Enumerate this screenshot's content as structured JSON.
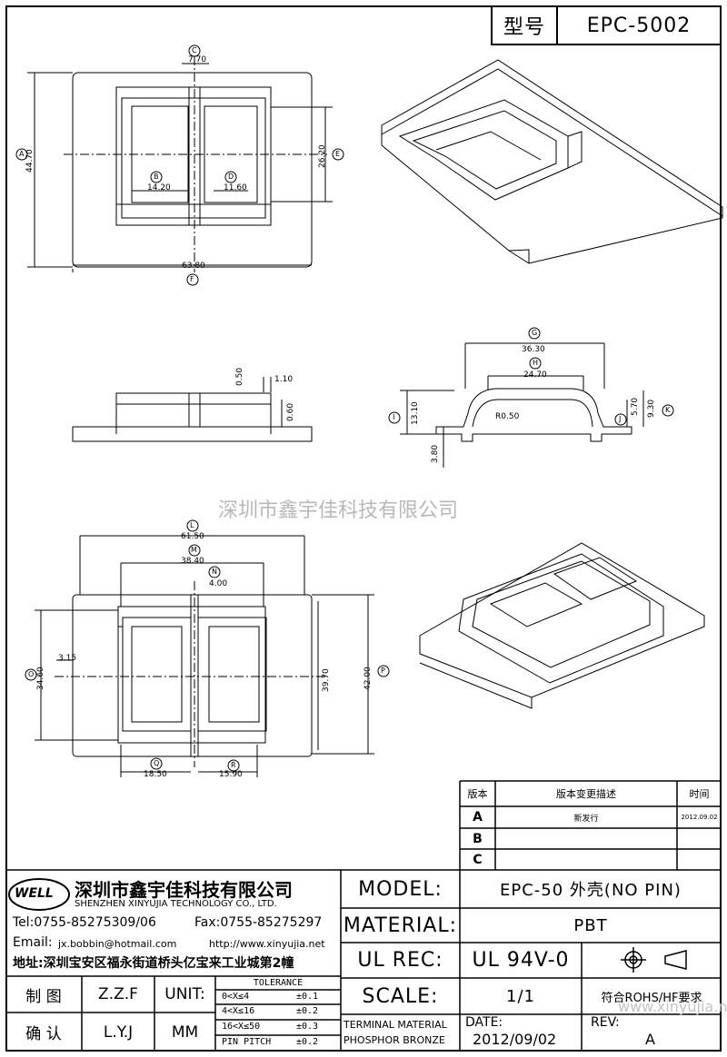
{
  "header": {
    "model_label": "型号",
    "model_code": "EPC-5002"
  },
  "drawing": {
    "dims": {
      "c": "7.70",
      "a": "44.70",
      "b": "14.20",
      "d": "11.60",
      "e": "26.20",
      "f": "63.80",
      "t050": "0.50",
      "t110": "1.10",
      "t060": "0.60",
      "g": "36.30",
      "h": "24.70",
      "r": "R0.50",
      "i": "13.10",
      "j": "5.70",
      "k": "9.30",
      "i2": "3.80",
      "l": "61.50",
      "m": "38.40",
      "n": "4.00",
      "o": "34.60",
      "p": "42.00",
      "x315": "3.15",
      "x3970": "39.70",
      "q": "18.50",
      "rr": "15.90"
    },
    "markers": {
      "a": "A",
      "b": "B",
      "c": "C",
      "d": "D",
      "e": "E",
      "f": "F",
      "g": "G",
      "h": "H",
      "i": "I",
      "j": "J",
      "k": "K",
      "l": "L",
      "m": "M",
      "n": "N",
      "o": "O",
      "p": "P",
      "q": "Q",
      "r": "R"
    },
    "watermark": "深圳市鑫宇佳科技有限公司"
  },
  "revision": {
    "headers": {
      "ver": "版本",
      "desc": "版本变更描述",
      "time": "时间"
    },
    "rows": [
      {
        "ver": "A",
        "desc": "新发行",
        "time": "2012.09.02"
      },
      {
        "ver": "B",
        "desc": "",
        "time": ""
      },
      {
        "ver": "C",
        "desc": "",
        "time": ""
      }
    ]
  },
  "company": {
    "logo_text": "WELL",
    "name_cn": "深圳市鑫宇佳科技有限公司",
    "name_en": "SHENZHEN XINYUJIA TECHNOLOGY CO., LTD.",
    "tel": "Tel:0755-85275309/06",
    "fax": "Fax:0755-85275297",
    "email_label": "Email:",
    "email": "jx.bobbin@hotmail.com",
    "web": "http://www.xinyujia.net",
    "address": "地址:深圳宝安区福永街道桥头亿宝来工业城第2幢"
  },
  "signoff": {
    "draw_label": "制 图",
    "draw_value": "Z.Z.F",
    "check_label": "确 认",
    "check_value": "L.Y.J",
    "unit_label": "UNIT:",
    "unit_value": "MM"
  },
  "tolerance": {
    "title": "TOLERANCE",
    "rows": [
      {
        "range": "0<X≤4",
        "value": "±0.1"
      },
      {
        "range": "4<X≤16",
        "value": "±0.2"
      },
      {
        "range": "16<X≤50",
        "value": "±0.3"
      },
      {
        "range": "PIN PITCH",
        "value": "±0.2"
      }
    ]
  },
  "spec": {
    "model_label": "MODEL:",
    "model_value": "EPC-50 外壳(NO PIN)",
    "material_label": "MATERIAL:",
    "material_value": "PBT",
    "ul_label": "UL REC:",
    "ul_value": "UL 94V-0",
    "scale_label": "SCALE:",
    "scale_value": "1/1",
    "rohs": "符合ROHS/HF要求",
    "terminal_label": "TERMINAL MATERIAL",
    "terminal_value": "PHOSPHOR BRONZE",
    "date_label": "DATE:",
    "date_value": "2012/09/02",
    "rev_label": "REV:",
    "rev_value": "A",
    "footer_watermark": "www.xinyujia.net"
  }
}
